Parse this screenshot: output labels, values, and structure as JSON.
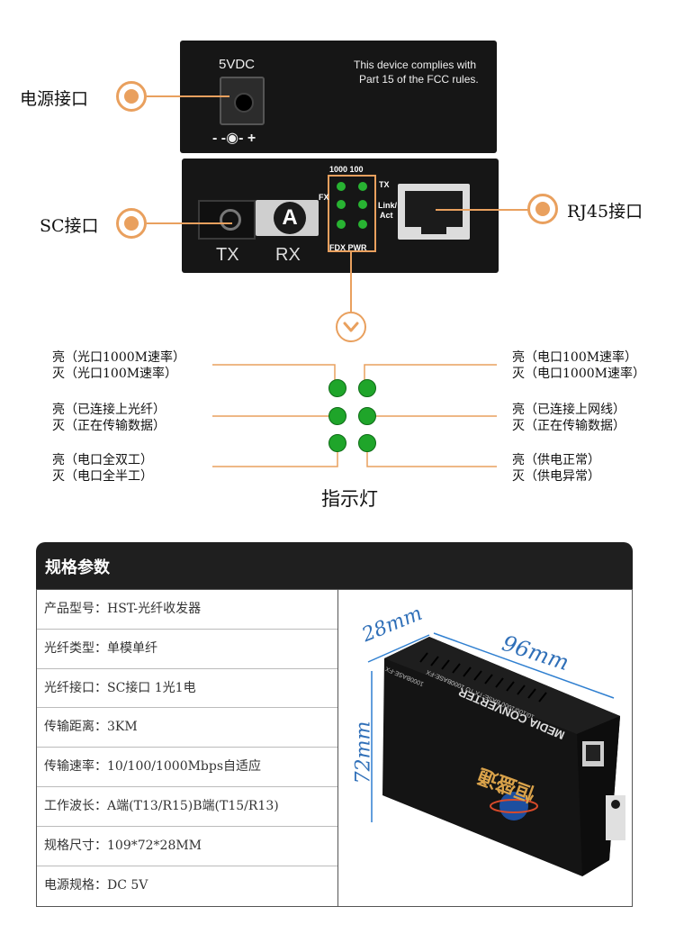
{
  "top_device": {
    "power_label": "5VDC",
    "fcc_line1": "This device complies with",
    "fcc_line2": "Part 15 of the FCC rules.",
    "polarity": "- -◉- +"
  },
  "front_panel": {
    "tx": "TX",
    "rx": "RX",
    "badge": "A",
    "led_top": "1000 100",
    "led_tx": "TX",
    "led_fx": "FX",
    "led_link1": "Link/",
    "led_link2": "Act",
    "led_bottom": "FDX PWR"
  },
  "callouts": {
    "power_port": "电源接口",
    "sc_port": "SC接口",
    "rj45_port": "RJ45接口"
  },
  "indicator": {
    "title": "指示灯",
    "left": [
      {
        "on": "亮（光口1000M速率）",
        "off": "灭（光口100M速率）"
      },
      {
        "on": "亮（已连接上光纤）",
        "off": "灭（正在传输数据）"
      },
      {
        "on": "亮（电口全双工）",
        "off": "灭（电口全半工）"
      }
    ],
    "right": [
      {
        "on": "亮（电口100M速率）",
        "off": "灭（电口1000M速率）"
      },
      {
        "on": "亮（已连接上网线）",
        "off": "灭（正在传输数据）"
      },
      {
        "on": "亮（供电正常）",
        "off": "灭（供电异常）"
      }
    ]
  },
  "specs": {
    "title": "规格参数",
    "rows": [
      "产品型号：HST-光纤收发器",
      "光纤类型：单模单纤",
      "光纤接口：SC接口 1光1电",
      "传输距离：3KM",
      "传输速率：10/100/1000Mbps自适应",
      "工作波长：A端(T13/R15)B端(T15/R13)",
      "规格尺寸：109*72*28MM",
      "电源规格：DC 5V"
    ]
  },
  "product": {
    "dim_depth": "28mm",
    "dim_length": "96mm",
    "dim_height": "72mm",
    "label_line1": "MEDIA CONVERTER",
    "label_line2": "10/100/1000 BASE-TX TO 1000BASE-FX",
    "label_line3": "1000BASE-FX",
    "brand": "恒盛通"
  },
  "colors": {
    "accent": "#e9a05e",
    "led_green": "#1fa52a",
    "device": "#161616",
    "header": "#1f1f1f"
  }
}
